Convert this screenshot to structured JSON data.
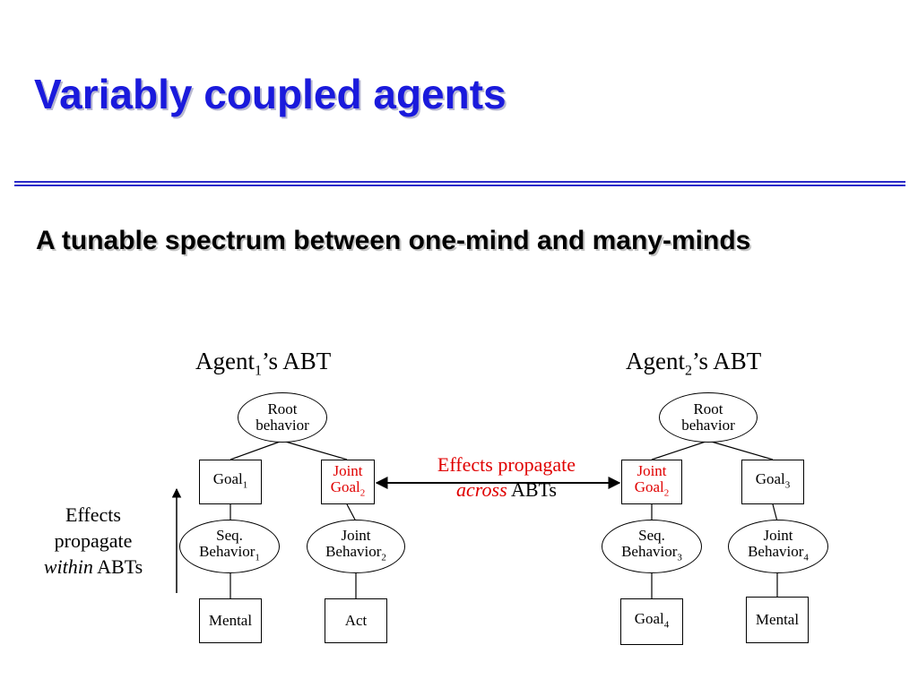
{
  "slide": {
    "title": "Variably coupled agents",
    "subtitle": "A tunable spectrum between one-mind and many-minds",
    "accent_color": "#1a1adc",
    "highlight_color": "#e00000"
  },
  "diagram": {
    "agent1": {
      "title_a": "Agent",
      "title_sub": "1",
      "title_b": "’s ABT",
      "root": {
        "line1": "Root",
        "line2": "behavior"
      },
      "goal1": {
        "text": "Goal",
        "sub": "1"
      },
      "joint_goal": {
        "line1": "Joint",
        "line2": "Goal",
        "sub": "2"
      },
      "seq_behavior": {
        "line1": "Seq.",
        "line2": "Behavior",
        "sub": "1"
      },
      "joint_behavior": {
        "line1": "Joint",
        "line2": "Behavior",
        "sub": "2"
      },
      "mental": "Mental",
      "act": "Act"
    },
    "agent2": {
      "title_a": "Agent",
      "title_sub": "2",
      "title_b": "’s ABT",
      "root": {
        "line1": "Root",
        "line2": "behavior"
      },
      "joint_goal": {
        "line1": "Joint",
        "line2": "Goal",
        "sub": "2"
      },
      "goal3": {
        "text": "Goal",
        "sub": "3"
      },
      "seq_behavior": {
        "line1": "Seq.",
        "line2": "Behavior",
        "sub": "3"
      },
      "joint_behavior": {
        "line1": "Joint",
        "line2": "Behavior",
        "sub": "4"
      },
      "goal4": {
        "text": "Goal",
        "sub": "4"
      },
      "mental": "Mental"
    },
    "across": {
      "line1": "Effects propagate",
      "line2_em": "across",
      "line2_rest": " ABTs"
    },
    "within": {
      "line1": "Effects",
      "line2": "propagate",
      "line3_em": "within",
      "line3_rest": " ABTs"
    }
  }
}
